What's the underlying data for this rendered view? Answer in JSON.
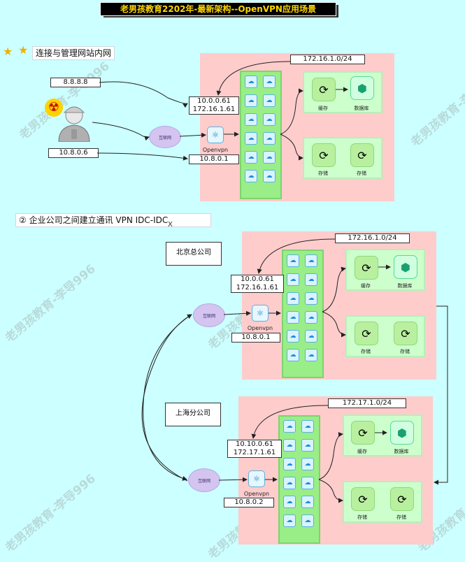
{
  "title": "老男孩教育2202年-最新架构--OpenVPN应用场景",
  "section1": {
    "label": "连接与管理网站内网",
    "ip_public": "8.8.8.8",
    "ip_local": "10.8.0.6",
    "cloud": "互联网",
    "vpn_label": "Openvpn",
    "server_ip1": "10.0.0.61",
    "server_ip2": "172.16.1.61",
    "vpn_ip": "10.8.0.1",
    "subnet": "172.16.1.0/24",
    "cache_label": "缓存",
    "db_label": "数据库",
    "storage1": "存储",
    "storage2": "存储"
  },
  "section2": {
    "label": "② 企业公司之间建立通讯    VPN  IDC-IDC",
    "cursor_char": "X",
    "beijing": {
      "name": "北京总公司",
      "cloud": "互联网",
      "vpn_label": "Openvpn",
      "server_ip1": "10.0.0.61",
      "server_ip2": "172.16.1.61",
      "vpn_ip": "10.8.0.1",
      "subnet": "172.16.1.0/24",
      "cache_label": "缓存",
      "db_label": "数据库",
      "storage1": "存储",
      "storage2": "存储"
    },
    "shanghai": {
      "name": "上海分公司",
      "cloud": "互联网",
      "vpn_label": "Openvpn",
      "server_ip1": "10.10.0.61",
      "server_ip2": "172.17.1.61",
      "vpn_ip": "10.8.0.2",
      "subnet": "172.17.1.0/24",
      "cache_label": "缓存",
      "db_label": "数据库",
      "storage1": "存储",
      "storage2": "存储"
    }
  },
  "watermark": "老男孩教育-李导996",
  "colors": {
    "background": "#ccffff",
    "panel": "#ffcccc",
    "server_group": "#99ee88",
    "title_bg": "#000000",
    "title_text": "#ffd700"
  }
}
